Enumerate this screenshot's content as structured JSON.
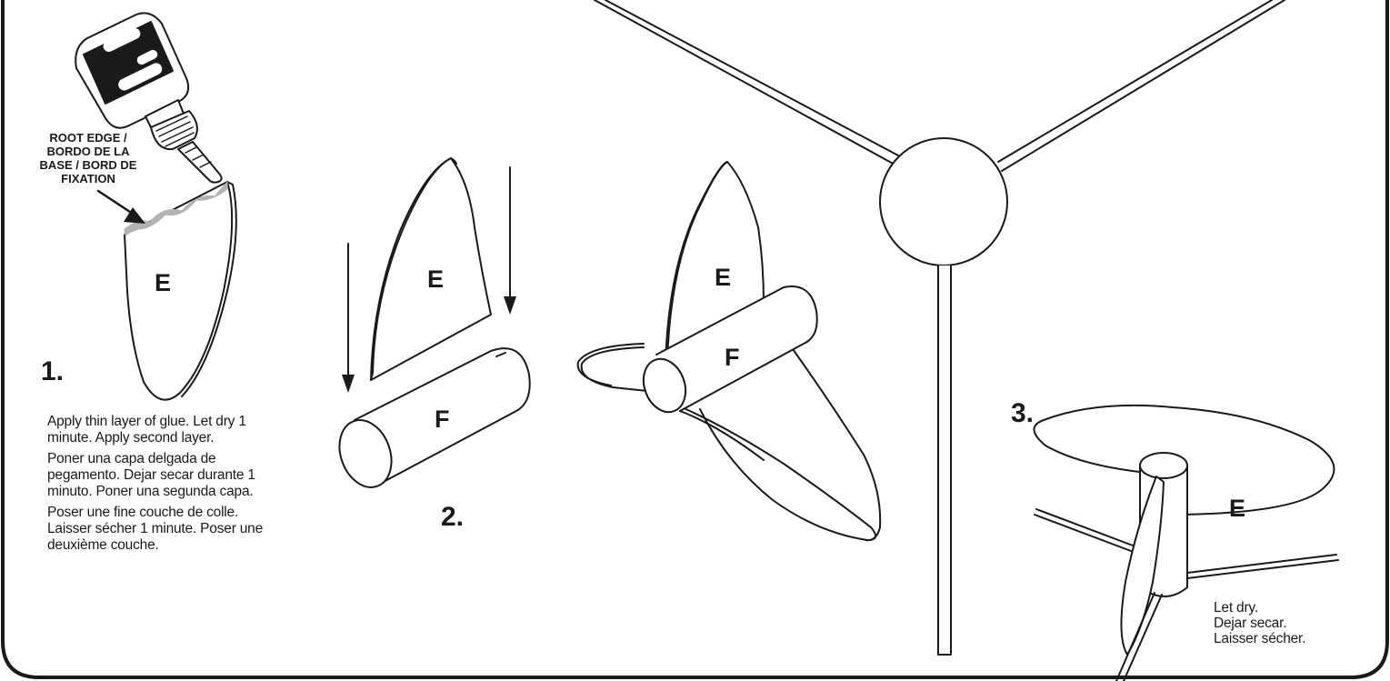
{
  "step1": {
    "number": "1.",
    "callout": [
      "ROOT EDGE /",
      "BORDO DE LA",
      "BASE / BORD DE",
      "FIXATION"
    ],
    "part_label": "E",
    "instructions": {
      "en": [
        "Apply thin layer of glue. Let dry 1",
        "minute. Apply second layer."
      ],
      "es": [
        "Poner una capa delgada de",
        "pegamento. Dejar secar durante 1",
        "minuto. Poner una segunda capa."
      ],
      "fr": [
        "Poser une fine couche de colle.",
        "Laisser sécher 1 minute. Poser une",
        "deuxième couche."
      ]
    }
  },
  "step2": {
    "number": "2.",
    "fin_label": "E",
    "tube_label": "F",
    "assembled_fin_label": "E",
    "assembled_tube_label": "F"
  },
  "step3": {
    "number": "3.",
    "fin_label": "E",
    "instructions": [
      "Let dry.",
      "Dejar secar.",
      "Laisser sécher."
    ]
  },
  "colors": {
    "ink": "#1a1a1a",
    "glue": "#b3b3b3",
    "background": "#ffffff"
  }
}
